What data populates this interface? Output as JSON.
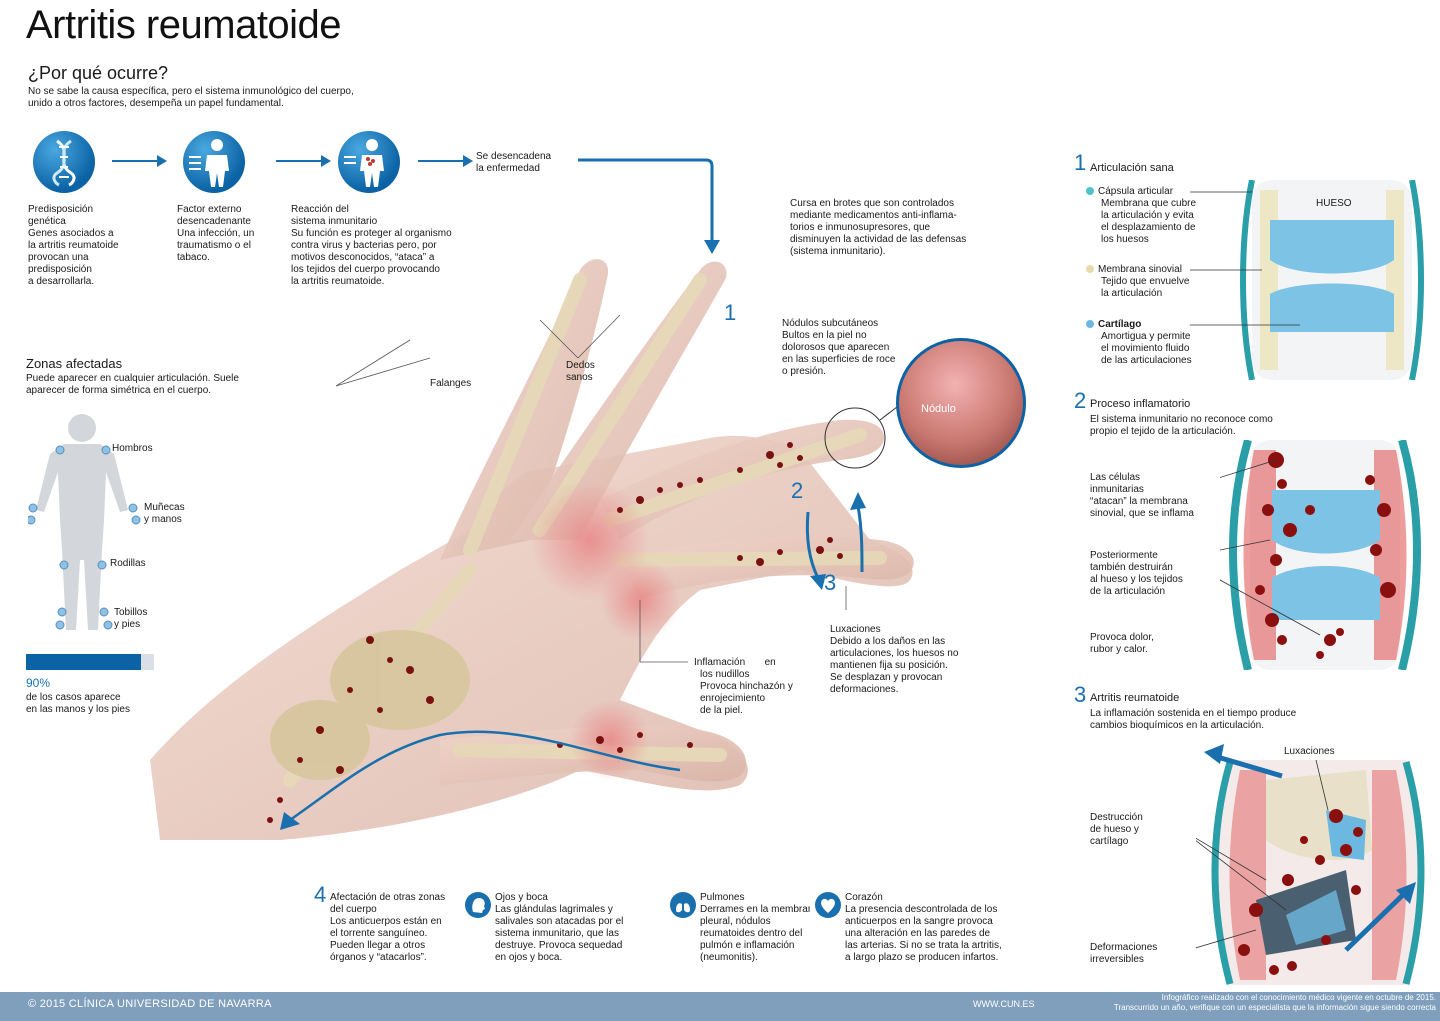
{
  "title": "Artritis reumatoide",
  "why": {
    "title": "¿Por qué ocurre?",
    "text": [
      "No se sabe la causa específica, pero el sistema inmunológico del cuerpo,",
      "unido a otros factores, desempeña un papel fundamental."
    ]
  },
  "steps": [
    {
      "title": [
        "Predisposición",
        "genética"
      ],
      "text": [
        "Genes asociados a",
        "la artritis reumatoide",
        "provocan una",
        "predisposición",
        "a desarrollarla."
      ],
      "icon": "dna-icon"
    },
    {
      "title": [
        "Factor externo",
        "desencadenante"
      ],
      "text": [
        "Una infección, un",
        "traumatismo o el",
        "tabaco."
      ],
      "icon": "body-external-factor-icon"
    },
    {
      "title": [
        "Reacción del",
        "sistema inmunitario"
      ],
      "text": [
        "Su función es proteger al organismo",
        "contra virus y bacterias pero, por",
        "motivos desconocidos, “ataca” a",
        "los tejidos del cuerpo provocando",
        "la artritis reumatoide."
      ],
      "icon": "body-immune-icon"
    }
  ],
  "trigger": [
    "Se desencadena",
    "la enfermedad"
  ],
  "flares": [
    "Cursa en brotes que son controlados",
    "mediante medicamentos anti-inflama-",
    "torios e inmunosupresores, que",
    "disminuyen la actividad de las defensas",
    "(sistema inmunitario)."
  ],
  "zones": {
    "title": "Zonas afectadas",
    "text": [
      "Puede aparecer en cualquier articulación. Suele",
      "aparecer de forma simétrica en el cuerpo."
    ],
    "labels": {
      "shoulders": "Hombros",
      "wrists": [
        "Muñecas",
        "y manos"
      ],
      "knees": "Rodillas",
      "ankles": [
        "Tobillos",
        "y pies"
      ]
    },
    "stat_fraction": 0.9,
    "stat_pct": "90%",
    "stat_text": [
      "de los casos aparece",
      "en las manos y los pies"
    ]
  },
  "hand": {
    "falanges": "Falanges",
    "dedos": [
      "Dedos",
      "sanos"
    ],
    "nodulo_label": "Nódulo",
    "nodulos": {
      "title": "Nódulos subcutáneos",
      "text": [
        "Bultos en la piel no",
        "dolorosos que aparecen",
        "en las superficies de roce",
        "o presión."
      ]
    },
    "inflamacion": {
      "title": "Inflamación",
      "en": "en",
      "text": [
        "los nudillos",
        "Provoca hinchazón y",
        "enrojecimiento",
        "de la piel."
      ]
    },
    "luxaciones": {
      "title": "Luxaciones",
      "text": [
        "Debido a los daños en las",
        "articulaciones, los huesos no",
        "mantienen fija su posición.",
        "Se desplazan y provocan",
        "deformaciones."
      ]
    },
    "numbers": [
      "1",
      "2",
      "3"
    ]
  },
  "organs": {
    "num": "4",
    "title": [
      "Afectación de otras zonas",
      "del cuerpo"
    ],
    "text": [
      "Los anticuerpos están en",
      "el torrente sanguíneo.",
      "Pueden llegar a otros",
      "órganos y “atacarlos”."
    ],
    "items": [
      {
        "title": "Ojos y boca",
        "text": [
          "Las glándulas lagrimales y",
          "salivales son atacadas por el",
          "sistema inmunitario, que las",
          "destruye. Provoca sequedad",
          "en ojos y boca."
        ],
        "icon": "eye-head-icon"
      },
      {
        "title": "Pulmones",
        "text": [
          "Derrames en la membrana",
          "pleural, nódulos",
          "reumatoides dentro del",
          "pulmón e inflamación",
          "(neumonitis)."
        ],
        "icon": "lungs-icon"
      },
      {
        "title": "Corazón",
        "text": [
          "La presencia descontrolada de los",
          "anticuerpos en la sangre provoca",
          "una alteración en las paredes de",
          "las arterias. Si no se trata la artritis,",
          "a largo plazo se producen infartos."
        ],
        "icon": "heart-icon"
      }
    ]
  },
  "right": {
    "s1": {
      "num": "1",
      "title": "Articulación sana",
      "hueso": "HUESO",
      "items": [
        {
          "title": "Cápsula articular",
          "text": [
            "Membrana que cubre",
            "la articulación y evita",
            "el desplazamiento de",
            "los huesos"
          ],
          "color": "#4fc3c8"
        },
        {
          "title": "Membrana sinovial",
          "text": [
            "Tejido que envuelve",
            "la articulación"
          ],
          "color": "#e6dcaa"
        },
        {
          "title": "Cartílago",
          "text": [
            "Amortigua y permite",
            "el movimiento fluido",
            "de las articulaciones"
          ],
          "color": "#6cb8e0"
        }
      ]
    },
    "s2": {
      "num": "2",
      "title": "Proceso inflamatorio",
      "text": [
        "El sistema inmunitario no reconoce como",
        "propio el tejido de la articulación."
      ],
      "a": [
        "Las células",
        "inmunitarias",
        "“atacan” la membrana",
        "sinovial, que se inflama"
      ],
      "b": [
        "Posteriormente",
        "también destruirán",
        "al hueso y los tejidos",
        "de la articulación"
      ],
      "c": [
        "Provoca dolor,",
        "rubor y calor."
      ]
    },
    "s3": {
      "num": "3",
      "title": "Artritis reumatoide",
      "text": [
        "La inflamación sostenida en el tiempo produce",
        "cambios bioquímicos en la articulación."
      ],
      "luxaciones": "Luxaciones",
      "a": [
        "Destrucción",
        "de hueso y",
        "cartílago"
      ],
      "b": [
        "Deformaciones",
        "irreversibles"
      ]
    }
  },
  "footer": {
    "left": "© 2015 CLÍNICA UNIVERSIDAD DE NAVARRA",
    "url": "WWW.CUN.ES",
    "note": [
      "Infográfico realizado con el conocimiento médico vigente en octubre de 2015.",
      "Transcurrido un año, verifique con un especialista que la información sigue siendo correcta"
    ]
  }
}
